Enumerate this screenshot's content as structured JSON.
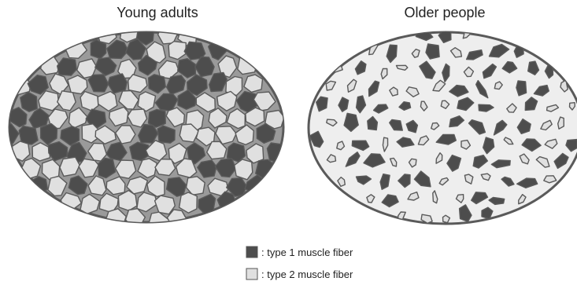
{
  "panels": [
    {
      "title": "Young adults",
      "background": "#9a9a9a"
    },
    {
      "title": "Older people",
      "background": "#eeeeee"
    }
  ],
  "legend": [
    {
      "label": ": type 1 muscle fiber",
      "color": "#4d4d4d"
    },
    {
      "label": ": type 2 muscle fiber",
      "color": "#e0e0e0"
    }
  ],
  "colors": {
    "type1_fill": "#4d4d4d",
    "type2_fill": "#e0e0e0",
    "outline": "#5a5a5a"
  }
}
